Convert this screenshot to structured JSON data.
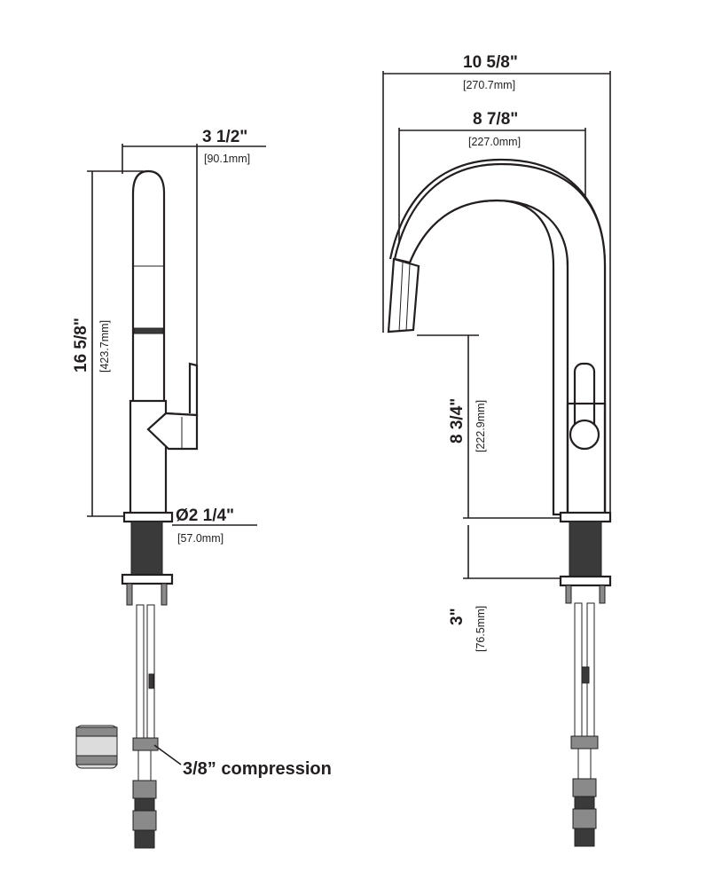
{
  "dimensions": {
    "side_width": {
      "imperial": "3 1/2\"",
      "metric": "[90.1mm]"
    },
    "side_height": {
      "imperial": "16 5/8\"",
      "metric": "[423.7mm]"
    },
    "base_diameter": {
      "imperial": "Ø2 1/4\"",
      "metric": "[57.0mm]"
    },
    "front_overall_width": {
      "imperial": "10 5/8\"",
      "metric": "[270.7mm]"
    },
    "front_reach": {
      "imperial": "8 7/8\"",
      "metric": "[227.0mm]"
    },
    "front_spout_height": {
      "imperial": "8 3/4\"",
      "metric": "[222.9mm]"
    },
    "front_shank_length": {
      "imperial": "3\"",
      "metric": "[76.5mm]"
    }
  },
  "notes": {
    "compression": "3/8” compression"
  }
}
